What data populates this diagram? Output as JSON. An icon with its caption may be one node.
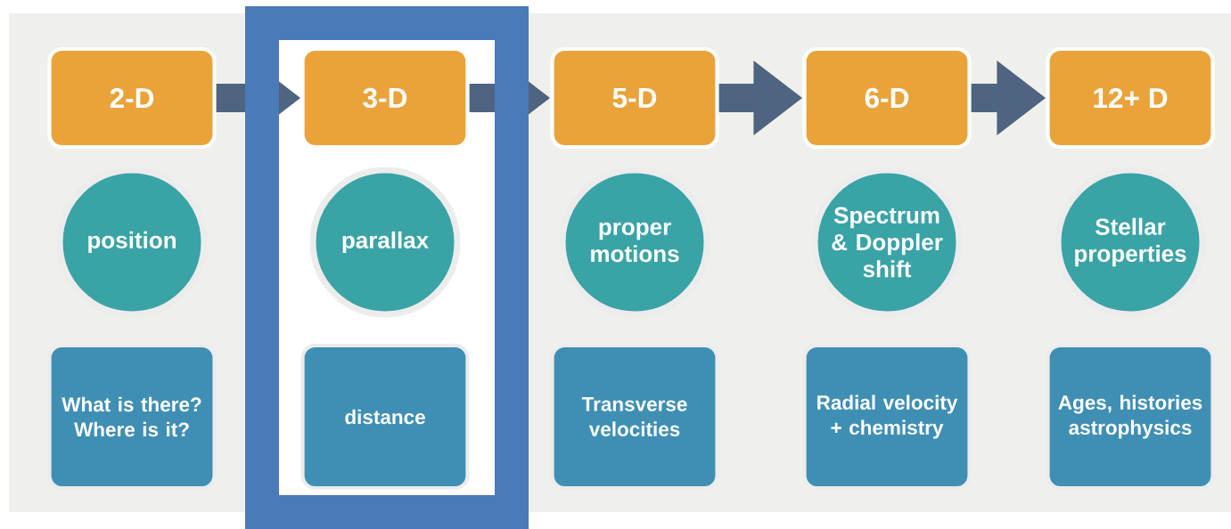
{
  "diagram": {
    "nodes": [
      {
        "text": [
          "2-D"
        ]
      },
      {
        "text": [
          "3-D"
        ]
      },
      {
        "text": [
          "5-D"
        ]
      },
      {
        "text": [
          "6-D"
        ]
      },
      {
        "text": [
          "12+ D"
        ]
      },
      {
        "text": [
          "position"
        ]
      },
      {
        "text": [
          "parallax"
        ]
      },
      {
        "text": [
          "proper motions"
        ]
      },
      {
        "text": [
          "Spectrum & Doppler shift"
        ]
      },
      {
        "text": [
          "Stellar properties"
        ]
      },
      {
        "text": [
          "What is there? Where is it?"
        ]
      },
      {
        "text": [
          "distance"
        ]
      },
      {
        "text": [
          "Transverse velocities"
        ]
      },
      {
        "text": [
          "Radial velocity + chemistry"
        ]
      },
      {
        "text": [
          "Ages, histories astrophysics"
        ]
      }
    ],
    "edges": [
      {
        "from": 0,
        "to": 1,
        "arrow": "to"
      },
      {
        "from": 1,
        "to": 2,
        "arrow": "to"
      },
      {
        "from": 2,
        "to": 3,
        "arrow": "to"
      },
      {
        "from": 3,
        "to": 4,
        "arrow": "to"
      }
    ]
  }
}
